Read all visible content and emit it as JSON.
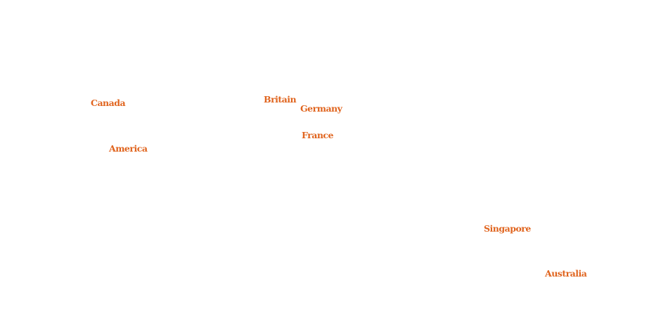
{
  "accent_color": "#e0641e",
  "labels": {
    "canada": "Canada",
    "america": "America",
    "britain": "Britain",
    "germany": "Germany",
    "france": "France",
    "singapore": "Singapore",
    "australia": "Australia"
  }
}
